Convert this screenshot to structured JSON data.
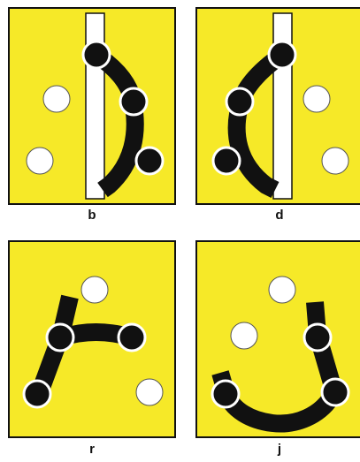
{
  "colors": {
    "background": "#f6e928",
    "stroke": "#111111",
    "dot_open": "#ffffff",
    "dot_ring": "#ffffff",
    "border": "#111111"
  },
  "panels": [
    {
      "letter": "b"
    },
    {
      "letter": "d"
    },
    {
      "letter": "r"
    },
    {
      "letter": "j"
    }
  ]
}
